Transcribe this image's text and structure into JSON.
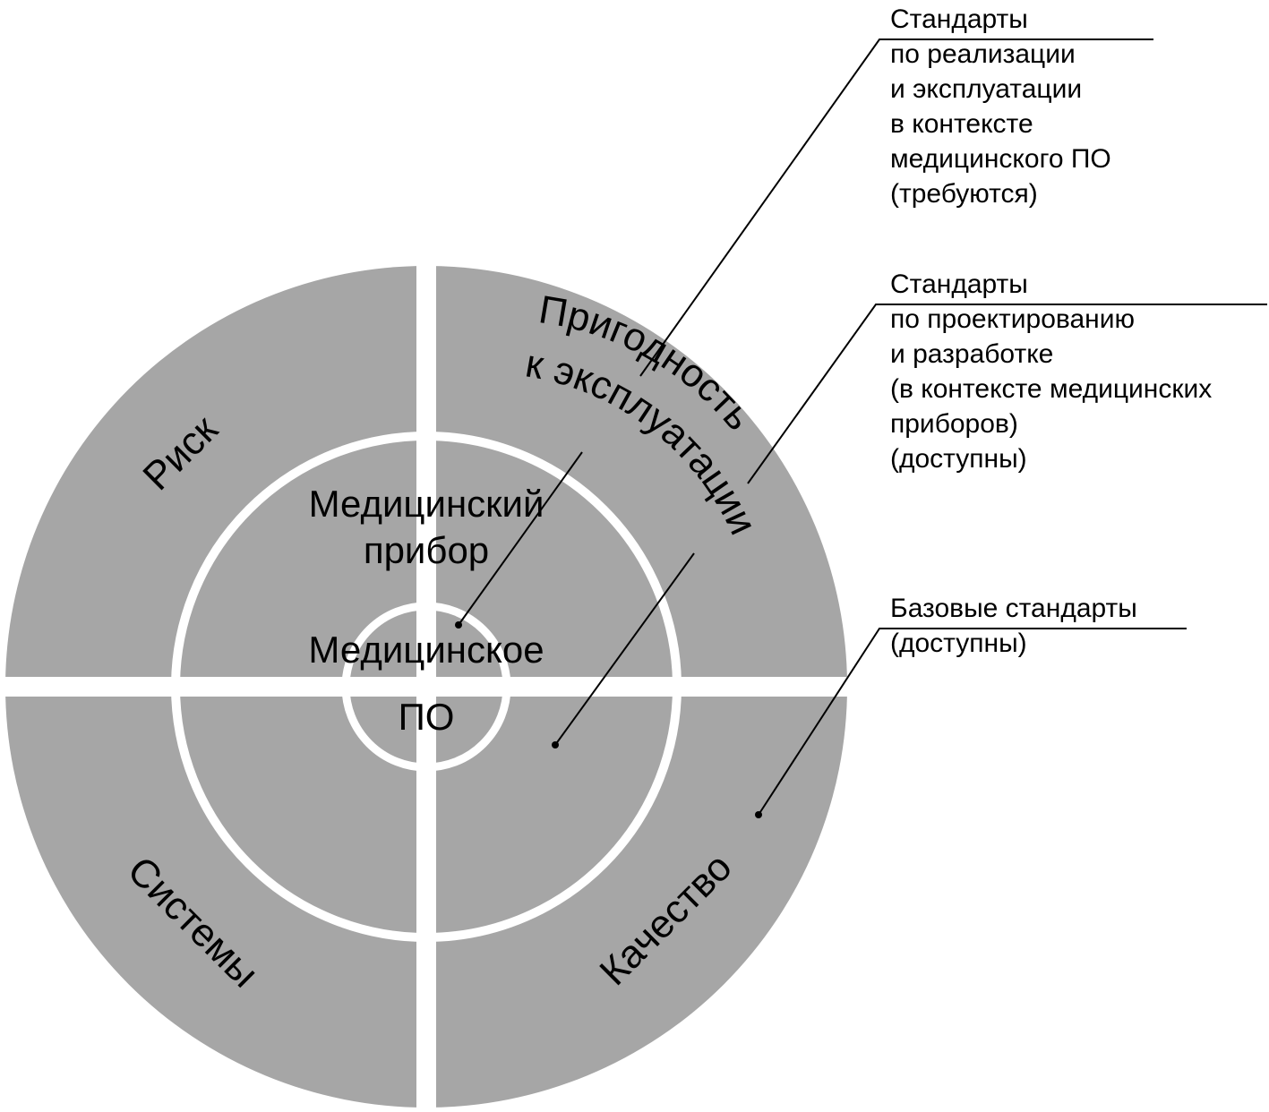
{
  "diagram": {
    "quadrants": {
      "top_left": "Риск",
      "top_right_line1": "Пригодность",
      "top_right_line2": "к эксплуатации",
      "bottom_left": "Системы",
      "bottom_right": "Качество"
    },
    "middle_ring": {
      "line1": "Медицинский",
      "line2": "прибор"
    },
    "inner_ring": {
      "line1": "Медицинское",
      "line2": "ПО"
    }
  },
  "annotations": [
    {
      "lines": [
        "Стандарты",
        "по реализации",
        "и эксплуатации",
        "в контексте",
        "медицинского ПО",
        "(требуются)"
      ]
    },
    {
      "lines": [
        "Стандарты",
        "по проектированию",
        "и разработке",
        "(в контексте медицинских",
        "приборов)",
        "(доступны)"
      ]
    },
    {
      "lines": [
        "Базовые стандарты",
        "(доступны)"
      ]
    }
  ],
  "colors": {
    "fill": "#a6a6a6",
    "separator": "#ffffff",
    "ink": "#000000"
  }
}
